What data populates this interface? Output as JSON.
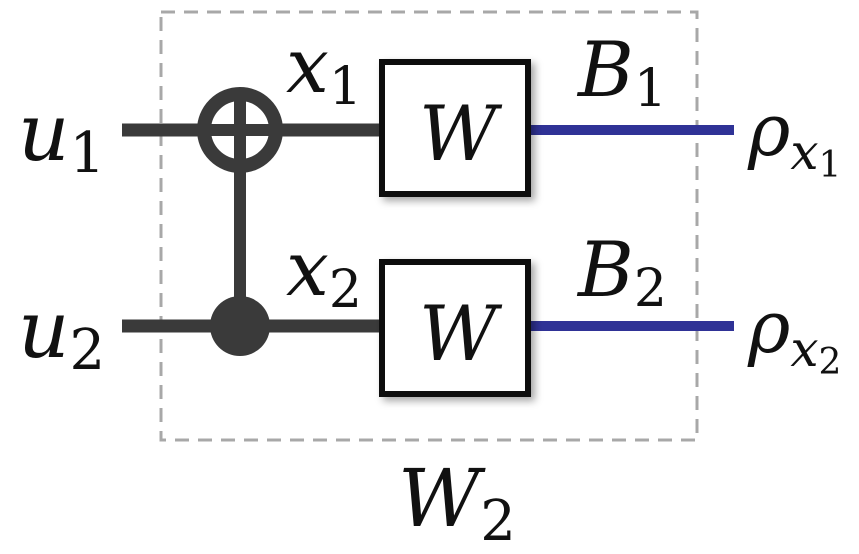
{
  "colors": {
    "wire": "#3a3a3a",
    "quantum_wire": "#2f3296",
    "dashed_border": "#a8a8a8",
    "gate_fill": "#ffffff",
    "gate_stroke": "#111111",
    "text": "#111111"
  },
  "inputs": [
    {
      "base": "u",
      "sub": "1"
    },
    {
      "base": "u",
      "sub": "2"
    }
  ],
  "wire_labels": [
    {
      "base": "x",
      "sub": "1"
    },
    {
      "base": "x",
      "sub": "2"
    }
  ],
  "channel_outputs": [
    {
      "base": "B",
      "sub": "1"
    },
    {
      "base": "B",
      "sub": "2"
    }
  ],
  "output_states": [
    {
      "base": "ρ",
      "sub_base": "x",
      "sub_sub": "1"
    },
    {
      "base": "ρ",
      "sub_base": "x",
      "sub_sub": "2"
    }
  ],
  "gates": [
    {
      "label": "W"
    },
    {
      "label": "W"
    }
  ],
  "block_label": {
    "base": "W",
    "sub": "2"
  }
}
